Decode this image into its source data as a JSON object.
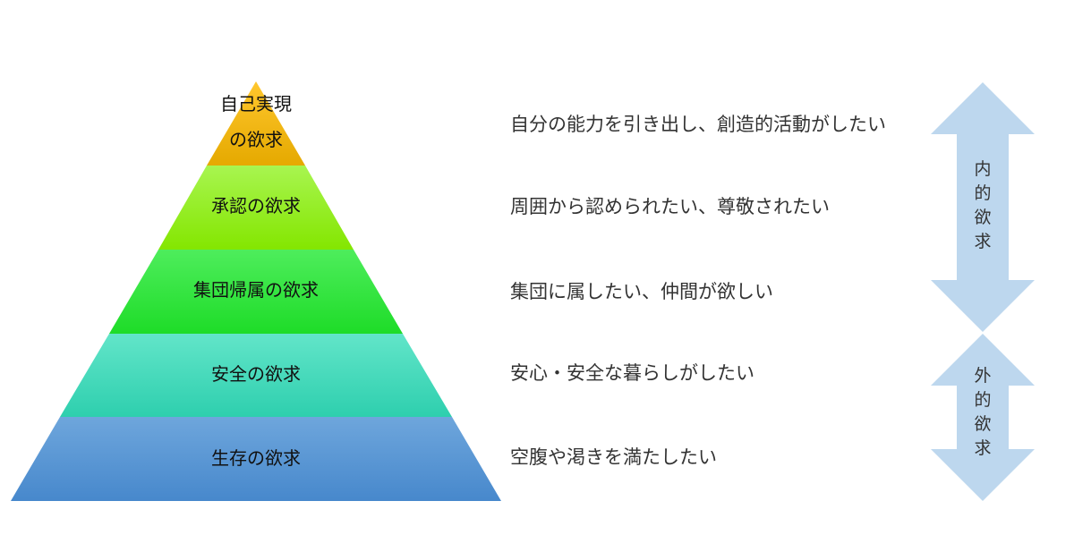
{
  "pyramid": {
    "layers": [
      {
        "label_line1": "自己実現",
        "label_line2": "の欲求",
        "description": "自分の能力を引き出し、創造的活動がしたい",
        "color_top": "#ffc72e",
        "color_bottom": "#e5a900"
      },
      {
        "label": "承認の欲求",
        "description": "周囲から認められたい、尊敬されたい",
        "color_top": "#a8f550",
        "color_bottom": "#84e600"
      },
      {
        "label": "集団帰属の欲求",
        "description": "集団に属したい、仲間が欲しい",
        "color_top": "#4eed5c",
        "color_bottom": "#1edc28"
      },
      {
        "label": "安全の欲求",
        "description": "安心・安全な暮らしがしたい",
        "color_top": "#62e5c9",
        "color_bottom": "#2ecfae"
      },
      {
        "label": "生存の欲求",
        "description": "空腹や渇きを満たしたい",
        "color_top": "#6ea6dc",
        "color_bottom": "#4788cc"
      }
    ]
  },
  "arrows": [
    {
      "label": "内的欲求",
      "chars": [
        "内",
        "的",
        "欲",
        "求"
      ],
      "color": "#bdd7ee"
    },
    {
      "label": "外的欲求",
      "chars": [
        "外",
        "的",
        "欲",
        "求"
      ],
      "color": "#bdd7ee"
    }
  ]
}
